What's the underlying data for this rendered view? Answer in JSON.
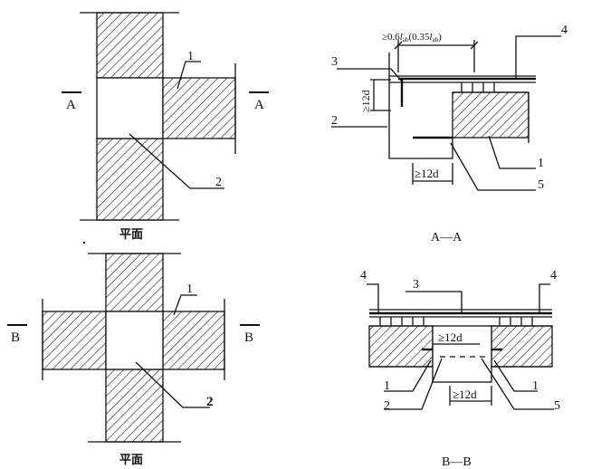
{
  "plan_top": {
    "caption": "平面",
    "section_label_left": "A",
    "section_label_right": "A",
    "callout_1": "1",
    "callout_2": "2"
  },
  "section_aa": {
    "caption": "A—A",
    "dimension_top": "≥0.6lab(0.35lab)",
    "dimension_top_main": "≥0.6",
    "dimension_top_l1": "l",
    "dimension_top_sub1": "ab",
    "dimension_top_mid": "(0.35",
    "dimension_top_l2": "l",
    "dimension_top_sub2": "ab",
    "dimension_top_end": ")",
    "dimension_left": "≥12d",
    "dimension_bottom": "≥12d",
    "callout_1": "1",
    "callout_2": "2",
    "callout_3": "3",
    "callout_4": "4",
    "callout_5": "5"
  },
  "plan_bottom": {
    "caption": "平面",
    "section_label_left": "B",
    "section_label_right": "B",
    "callout_1": "1",
    "callout_2": "2"
  },
  "section_bb": {
    "caption": "B—B",
    "dimension_top": "≥12d",
    "dimension_bottom": "≥12d",
    "callout_1_left": "1",
    "callout_1_right": "1",
    "callout_2": "2",
    "callout_3": "3",
    "callout_4_left": "4",
    "callout_4_right": "4",
    "callout_5": "5"
  },
  "colors": {
    "ink": "#111111",
    "paper": "#ffffff"
  }
}
